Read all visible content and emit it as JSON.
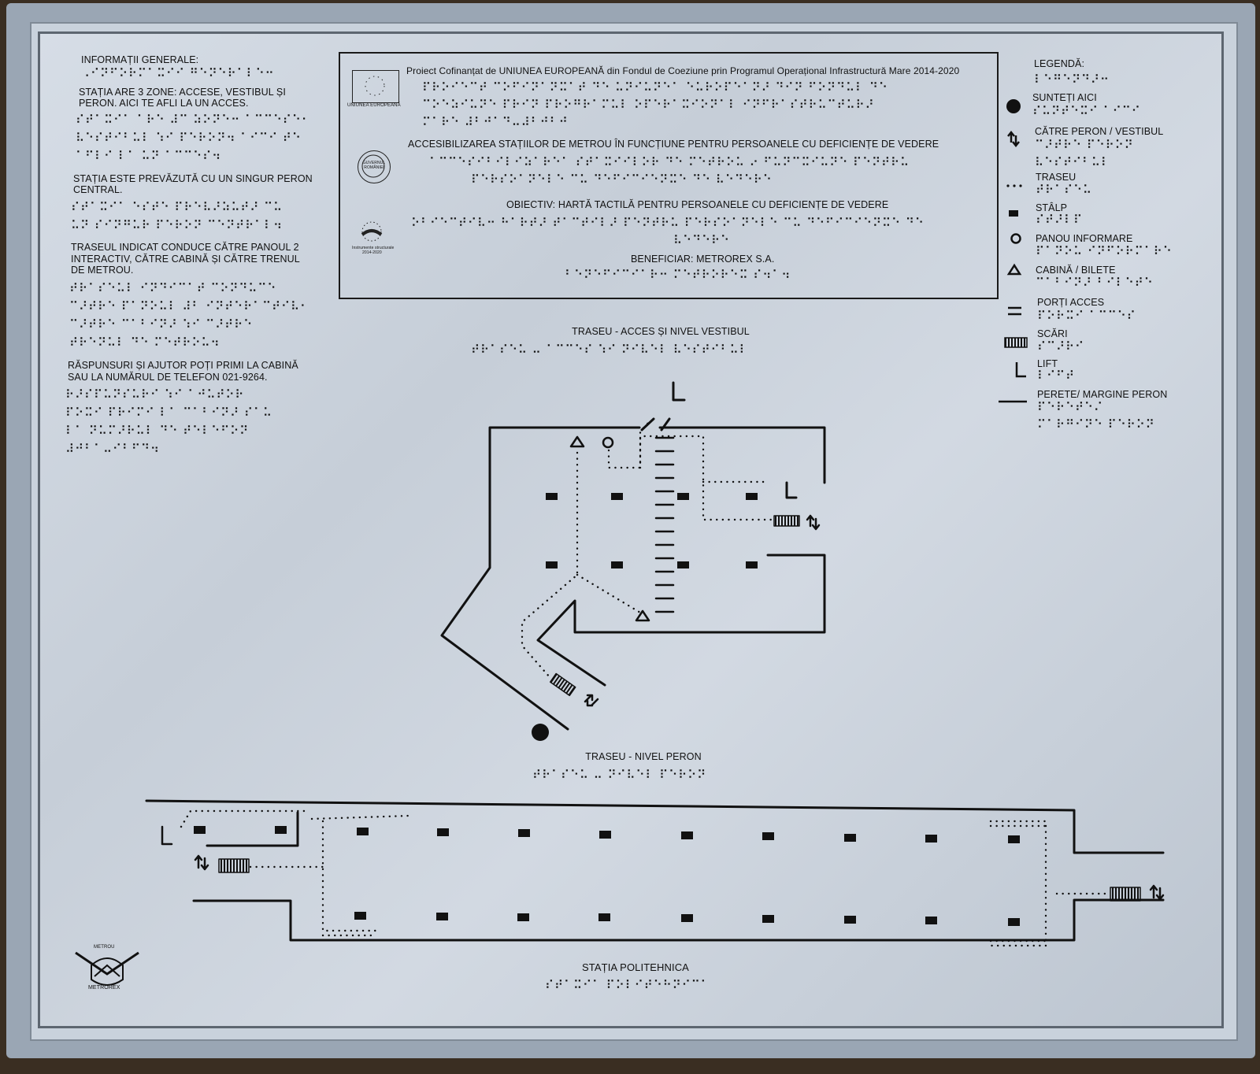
{
  "left_info": {
    "heading": "INFORMAȚII GENERALE:",
    "p1_l1": "STAȚIA ARE 3 ZONE: ACCESE, VESTIBUL ȘI",
    "p1_l2": "PERON. AICI TE AFLI LA UN ACCES.",
    "p2_l1": "STAȚIA ESTE PREVĂZUTĂ CU UN SINGUR PERON",
    "p2_l2": "CENTRAL.",
    "p3_l1": "TRASEUL INDICAT CONDUCE CĂTRE PANOUL 2",
    "p3_l2": "INTERACTIV, CĂTRE CABINĂ  ȘI CĂTRE TRENUL",
    "p3_l3": "DE METROU.",
    "p4_l1": "RĂSPUNSURI ȘI AJUTOR POȚI PRIMI LA CABINĂ",
    "p4_l2": "SAU LA NUMĂRUL DE TELEFON 021-9264."
  },
  "project_box": {
    "title": "Proiect Cofinanțat de UNIUNEA EUROPEANĂ din Fondul de Coeziune prin Programul Operațional Infrastructură Mare 2014-2020",
    "eu_label": "UNIUNEA EUROPEANĂ",
    "gov_label": "GUVERNUL ROMÂNIEI",
    "instr_label_1": "Instrumente structurale",
    "instr_label_2": "2014-2020",
    "accesibilizare": "ACCESIBILIZAREA STAȚIILOR DE METROU ÎN FUNCȚIUNE PENTRU PERSOANELE CU DEFICIENȚE DE VEDERE",
    "obiectiv": "OBIECTIV: HARTĂ TACTILĂ PENTRU PERSOANELE CU DEFICIENȚE DE VEDERE",
    "beneficiar": "BENEFICIAR: METROREX S.A."
  },
  "legend": {
    "heading": "LEGENDĂ:",
    "items": [
      {
        "label": "SUNTEȚI AICI",
        "icon": "you-are-here-icon"
      },
      {
        "label": "CĂTRE PERON / VESTIBUL",
        "icon": "direction-arrows-icon"
      },
      {
        "label": "TRASEU",
        "icon": "route-dots-icon"
      },
      {
        "label": "STÂLP",
        "icon": "pillar-icon"
      },
      {
        "label": "PANOU  INFORMARE",
        "icon": "info-panel-icon"
      },
      {
        "label": "CABINĂ / BILETE",
        "icon": "ticket-cabin-icon"
      },
      {
        "label": "PORȚI ACCES",
        "icon": "access-gates-icon"
      },
      {
        "label": "SCĂRI",
        "icon": "stairs-icon"
      },
      {
        "label": "LIFT",
        "icon": "lift-icon"
      },
      {
        "label": "PERETE/ MARGINE PERON",
        "icon": "wall-edge-icon"
      }
    ]
  },
  "map": {
    "vestibule_title": "TRASEU - ACCES ȘI NIVEL VESTIBUL",
    "platform_title": "TRASEU - NIVEL PERON",
    "station_name": "STAȚIA POLITEHNICA"
  },
  "logo": {
    "top": "METROU",
    "bottom": "METROREX"
  },
  "colors": {
    "plate": "#ccd4de",
    "ink": "#111111",
    "frame": "#9aa6b4"
  }
}
